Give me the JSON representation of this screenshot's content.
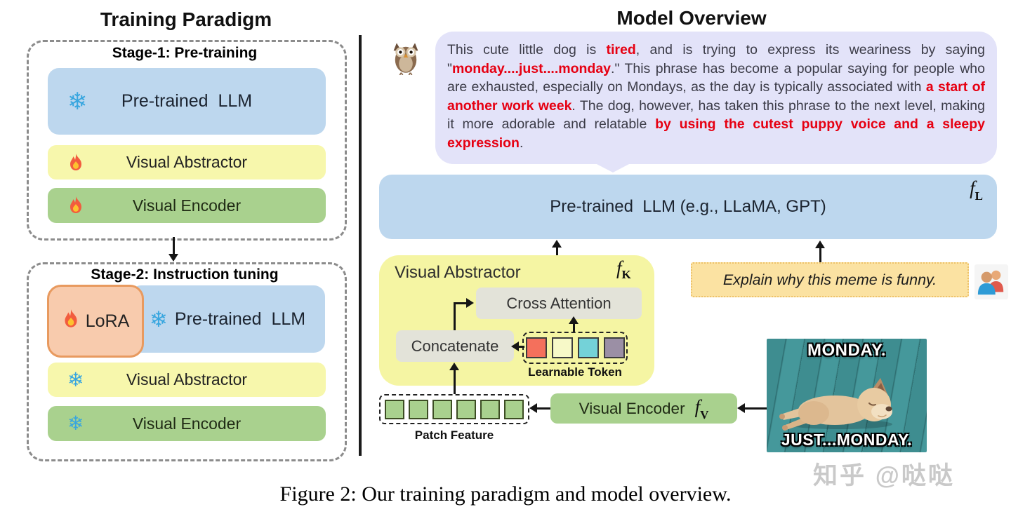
{
  "titles": {
    "training": "Training Paradigm",
    "model": "Model Overview"
  },
  "caption": "Figure 2: Our training paradigm and model overview.",
  "watermark": "知乎 @哒哒",
  "stage1": {
    "label": "Stage-1: Pre-training",
    "llm": "Pre-trained  LLM",
    "abstractor": "Visual Abstractor",
    "encoder": "Visual Encoder"
  },
  "stage2": {
    "label": "Stage-2: Instruction tuning",
    "lora": "LoRA",
    "llm": "Pre-trained  LLM",
    "abstractor": "Visual Abstractor",
    "encoder": "Visual Encoder"
  },
  "fn": {
    "symbol": "f",
    "llm": "L",
    "abstractor": "K",
    "encoder": "V"
  },
  "bubble": {
    "segments": [
      {
        "text": "This cute little dog is ",
        "red": false
      },
      {
        "text": "tired",
        "red": true
      },
      {
        "text": ", and is trying to express its weariness by saying \"",
        "red": false
      },
      {
        "text": "monday....just....monday",
        "red": true
      },
      {
        "text": ".\" This phrase has become a popular saying for people who are exhausted, especially on Mondays, as the day is typically associated with ",
        "red": false
      },
      {
        "text": "a start of another work week",
        "red": true
      },
      {
        "text": ". The dog, however, has taken this phrase to the next level, making it more adorable and relatable ",
        "red": false
      },
      {
        "text": "by using the cutest puppy voice and a sleepy expression",
        "red": true
      },
      {
        "text": ".",
        "red": false
      }
    ]
  },
  "model": {
    "llm": "Pre-trained  LLM (e.g., LLaMA, GPT)",
    "abstractor": "Visual Abstractor",
    "cross_attention": "Cross Attention",
    "concatenate": "Concatenate",
    "learnable_token": "Learnable Token",
    "patch_feature": "Patch Feature",
    "encoder": "Visual Encoder",
    "instruction": "Explain why this meme is funny.",
    "patch_count": 6
  },
  "tokens": [
    {
      "style": "background:#f4705c"
    },
    {
      "style": "background:#f7f9c8"
    },
    {
      "style": "background:#74d2d8"
    },
    {
      "style": "background:#9b8fa5"
    }
  ],
  "meme": {
    "top": "MONDAY.",
    "bottom": "JUST...MONDAY."
  },
  "icons": {
    "frozen": "snowflake",
    "trainable": "flame",
    "assistant": "owl",
    "user": "people"
  },
  "colors": {
    "llm_blue": "#bdd7ee",
    "abstractor_yellow": "#f5f5a3",
    "encoder_green": "#a9d18e",
    "lora_fill": "#f8cbad",
    "lora_border": "#e89a5f",
    "bubble_lavender": "#e3e3f9",
    "instruction_orange": "#fbe2a2",
    "grey_box": "#e3e3d9",
    "red_text": "#e60012",
    "snowflake_blue": "#38a6df",
    "meme_teal": "#3e8d90"
  }
}
